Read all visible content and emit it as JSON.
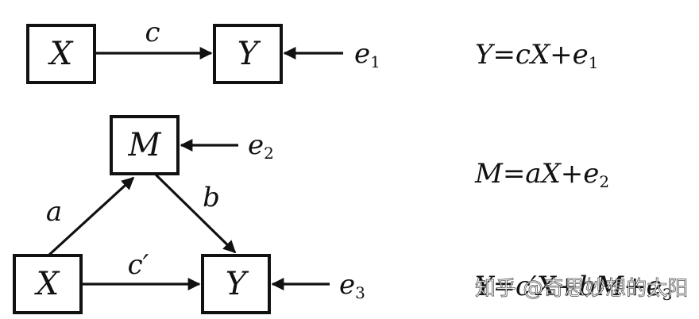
{
  "diagram1": {
    "node_x": "X",
    "node_y": "Y",
    "edge_c": "c",
    "error": "e",
    "error_sub": "1",
    "equation": "Y=cX+e",
    "equation_sub": "1"
  },
  "diagram2": {
    "node_m": "M",
    "node_x": "X",
    "node_y": "Y",
    "edge_a": "a",
    "edge_b": "b",
    "edge_c_prime": "c′",
    "error_m": "e",
    "error_m_sub": "2",
    "error_y": "e",
    "error_y_sub": "3",
    "equation_m": "M=aX+e",
    "equation_m_sub": "2",
    "equation_y": "Y=c′X+bM+e",
    "equation_y_sub": "3"
  },
  "watermark": "知乎 @奇思妙想的太阳"
}
